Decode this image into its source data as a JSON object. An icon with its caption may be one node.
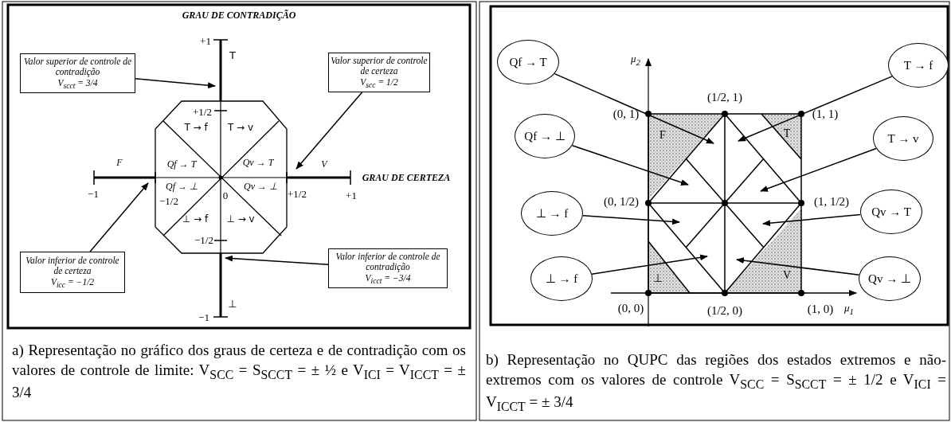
{
  "diagram": {
    "nodes": [
      {
        "text": [
          "Valor superior de controle de contradição",
          "V$_{scct}$ = 3/4"
        ]
      },
      {
        "text": [
          "Valor superior de controle de certeza",
          "V$_{scc}$ = 1/2"
        ]
      },
      {
        "text": [
          "Valor inferior de controle de certeza",
          "V$_{icc}$ = −1/2"
        ]
      },
      {
        "text": [
          "Valor inferior de controle de contradição",
          "V$_{icct}$ = −3/4"
        ]
      },
      {
        "text": [
          "Qf → T"
        ]
      },
      {
        "text": [
          "T → f"
        ]
      },
      {
        "text": [
          "Qf → ⊥"
        ]
      },
      {
        "text": [
          "T → v"
        ]
      },
      {
        "text": [
          "⊥ → f"
        ]
      },
      {
        "text": [
          "Qv → T"
        ]
      },
      {
        "text": [
          "⊥ → f"
        ]
      },
      {
        "text": [
          "Qv → ⊥"
        ]
      }
    ],
    "edges": [
      {
        "from": 0,
        "to": null,
        "arrow": "to"
      },
      {
        "from": 1,
        "to": null,
        "arrow": "to"
      },
      {
        "from": 2,
        "to": null,
        "arrow": "to"
      },
      {
        "from": 3,
        "to": null,
        "arrow": "to"
      },
      {
        "from": 4,
        "to": null,
        "arrow": "to"
      },
      {
        "from": 5,
        "to": null,
        "arrow": "to"
      },
      {
        "from": 6,
        "to": null,
        "arrow": "to"
      },
      {
        "from": 7,
        "to": null,
        "arrow": "to"
      },
      {
        "from": 8,
        "to": null,
        "arrow": "to"
      },
      {
        "from": 9,
        "to": null,
        "arrow": "to"
      },
      {
        "from": 10,
        "to": null,
        "arrow": "to"
      },
      {
        "from": 11,
        "to": null,
        "arrow": "to"
      }
    ],
    "labels": [
      "GRAU DE CONTRADIÇÃO",
      "+1",
      "T",
      "+1/2",
      "T → f",
      "T → v",
      "F",
      "Qf → T",
      "Qv → T",
      "V",
      "GRAU DE CERTEZA",
      "Qf → ⊥",
      "Qv → ⊥",
      "−1",
      "−1/2",
      "0",
      "+1/2",
      "+1",
      "⊥ → f",
      "⊥ → v",
      "−1/2",
      "⊥",
      "−1",
      "μ$_{2}$",
      "(1/2, 1)",
      "(0, 1)",
      "(1, 1)",
      "F",
      "T",
      "(0, 1/2)",
      "(1, 1/2)",
      "⊥",
      "V",
      "(0, 0)",
      "(1/2, 0)",
      "(1, 0)",
      "μ$_{1}$",
      "a) Representação no gráfico dos graus de certeza e de contradição com os valores de controle de limite: V$_{SCC}$ = S$_{SCCT}$ = ± ½ e V$_{ICI}$ = V$_{ICCT}$ = ± 3/4",
      "b) Representação no QUPC das regiões dos estados extremos e não-extremos com os valores de controle V$_{SCC}$ = S$_{SCCT}$ = ± 1/2 e V$_{ICI}$ = V$_{ICCT}$ = ± 3/4"
    ]
  }
}
